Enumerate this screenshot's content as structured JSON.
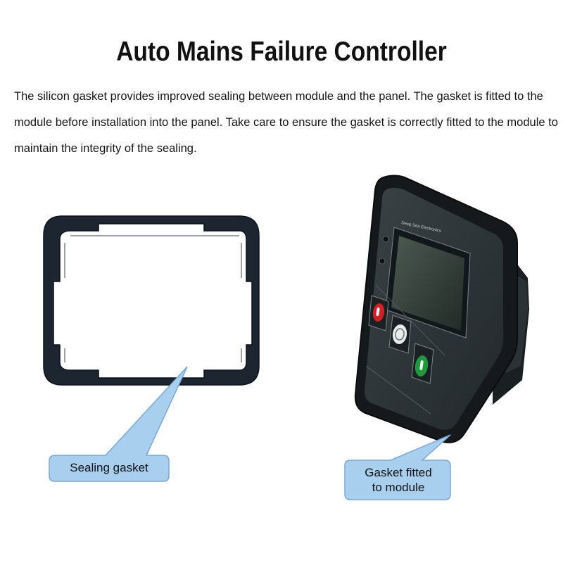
{
  "title": "Auto Mains Failure Controller",
  "description": "The silicon gasket provides improved sealing between module and the panel. The gasket is fitted to the module before installation into the panel. Take care to ensure the gasket is correctly fitted to the module to maintain the integrity of the sealing.",
  "callouts": {
    "gasket": [
      "Sealing gasket"
    ],
    "module": [
      "Gasket fitted",
      "to module"
    ]
  },
  "module_brand": "Deep Sea Electronics",
  "colors": {
    "callout_fill": "#a9cfef",
    "callout_stroke": "#7aa8d4",
    "gasket": "#1c2530",
    "module_body": "#2a3033",
    "stop_button": "#d21f24",
    "start_button": "#1f9a3a"
  }
}
